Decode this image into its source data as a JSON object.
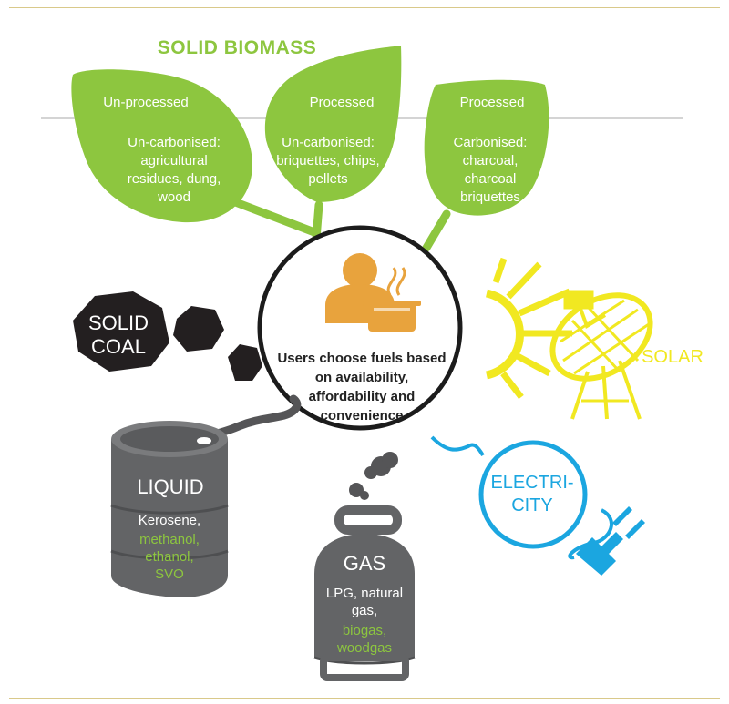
{
  "title": "SOLID BIOMASS",
  "leaves": [
    {
      "head": "Un-processed",
      "body": "Un-carbonised: agricultural residues, dung, wood"
    },
    {
      "head": "Processed",
      "body": "Un-carbonised: briquettes, chips, pellets"
    },
    {
      "head": "Processed",
      "body": "Carbonised: charcoal, charcoal briquettes"
    }
  ],
  "center": {
    "text": "Users choose fuels based on availability, affordability and convenience"
  },
  "coal": {
    "label": "SOLID COAL"
  },
  "solar": {
    "label": "SOLAR"
  },
  "liquid": {
    "label": "LIQUID",
    "fossil": "Kerosene,",
    "bio": "methanol, ethanol, SVO"
  },
  "gas": {
    "label": "GAS",
    "fossil": "LPG, natural gas,",
    "bio": "biogas, woodgas"
  },
  "electricity": {
    "label": "ELECTRI- CITY"
  },
  "icons": [
    "user-icon",
    "cooking-pot-icon",
    "sun-icon",
    "solar-cooker-icon",
    "plug-icon"
  ],
  "colors": {
    "biomass_green": "#8dc63f",
    "solar_yellow": "#f1e821",
    "electricity_blue": "#1ba6e0",
    "fossil_gray": "#636466",
    "coal_black": "#231f20",
    "icon_orange": "#e8a33d"
  }
}
